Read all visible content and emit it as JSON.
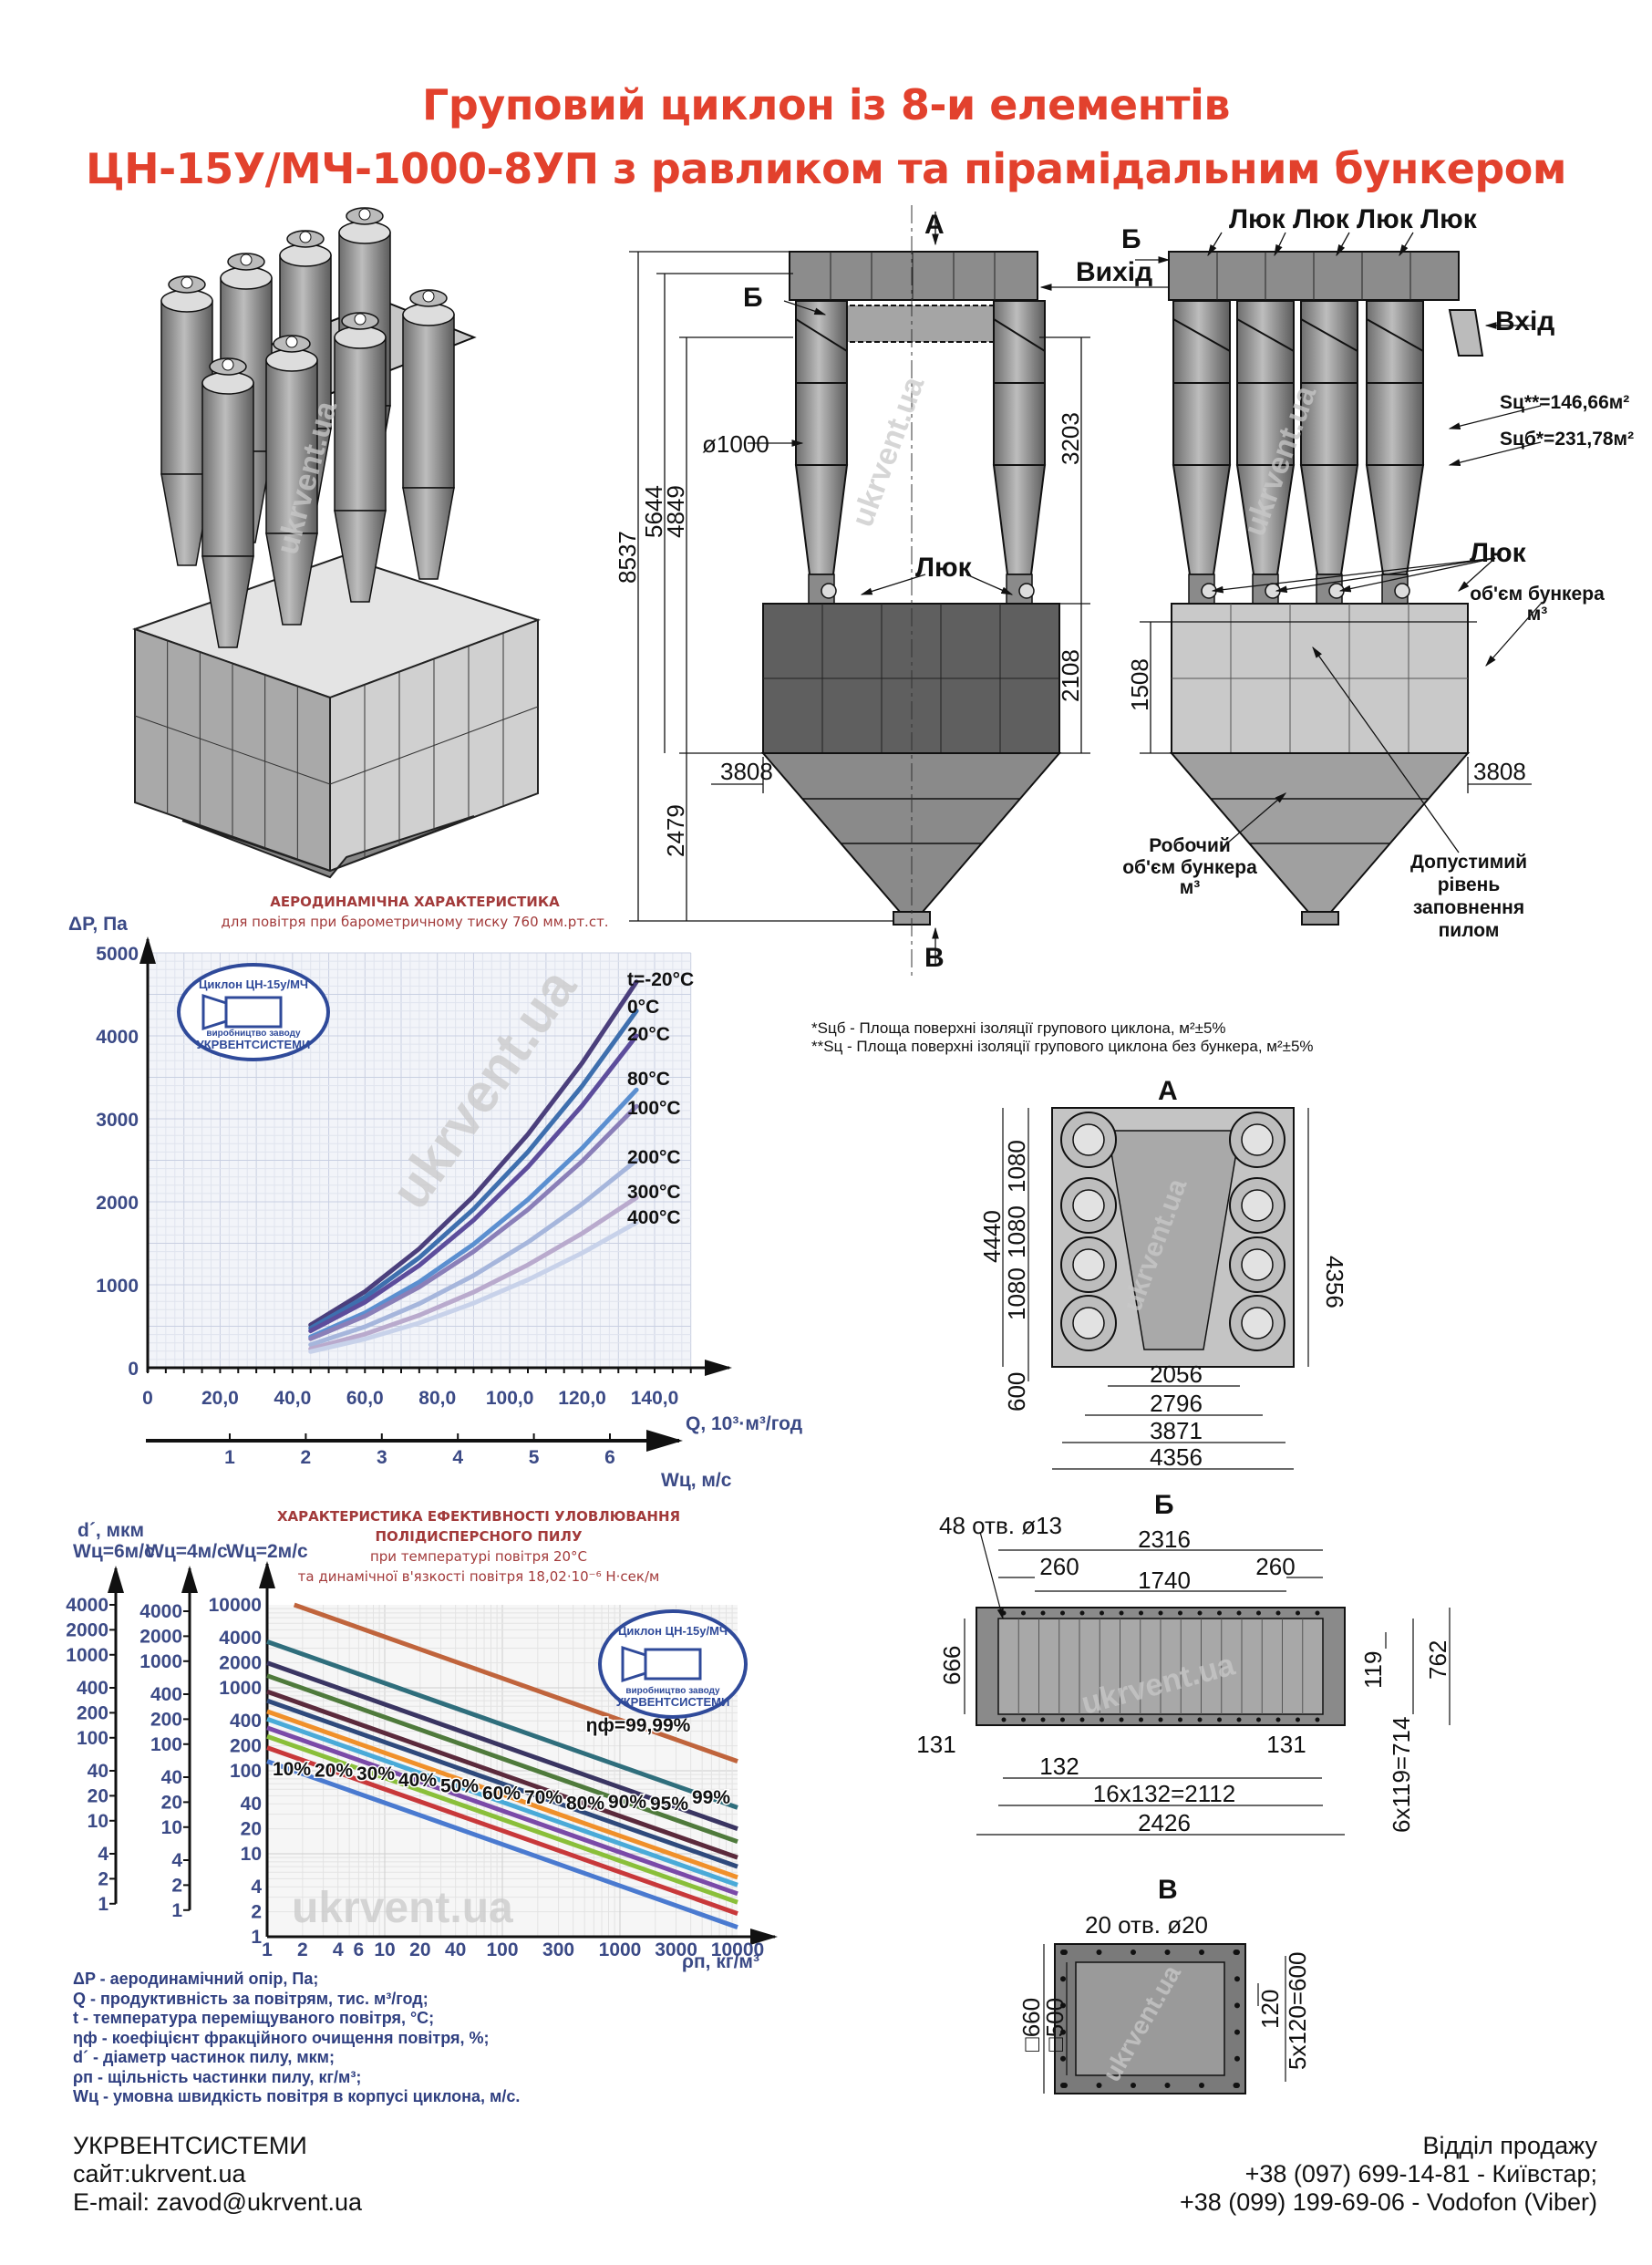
{
  "title": {
    "line1": "Груповий циклон із 8-и елементів",
    "line2": "ЦН-15У/МЧ-1000-8УП з равликом та пірамідальним бункером"
  },
  "watermark": "ukrvent.ua",
  "logo": {
    "top": "Циклон ЦН-15у/МЧ",
    "middle": "виробництво заводу",
    "bottom": "УКРВЕНТСИСТЕМИ"
  },
  "front_view": {
    "section_a": "А",
    "section_b_top": "Б",
    "section_v": "В",
    "outlet": "Вихід",
    "hatch": "Люк",
    "diameter": "ø1000",
    "dims": {
      "total": "8537",
      "h1": "5644",
      "h2": "4849",
      "h_cone": "2479",
      "h_cyc": "3203",
      "h_bunker": "2108",
      "width": "3808"
    }
  },
  "side_view": {
    "section_b": "Б",
    "outlet": "Вихід",
    "inlet": "Вхід",
    "hatches_top": "Люк Люк Люк Люк",
    "hatch": "Люк",
    "area1": "Sц**=146,66м²",
    "area2": "Sцб*=231,78м²",
    "bunker_volume": [
      "об'єм бункера",
      "м³"
    ],
    "working_volume": [
      "Робочий",
      "об'єм бункера",
      "м³"
    ],
    "dust_level": [
      "Допустимий",
      "рівень",
      "заповнення",
      "пилом"
    ],
    "dims": {
      "level": "1508",
      "width": "3808"
    }
  },
  "notes": [
    "*Sцб - Площа поверхні ізоляції групового циклона, м²±5%",
    "**Sц - Площа поверхні ізоляції групового циклона без бункера, м²±5%"
  ],
  "view_a": {
    "label": "А",
    "dims": {
      "h_total": "4440",
      "p1": "1080",
      "p2": "1080",
      "p3": "1080",
      "bottom": "600",
      "h_right": "4356",
      "w1": "2056",
      "w2": "2796",
      "w3": "3871",
      "w4": "4356"
    }
  },
  "view_b": {
    "label": "Б",
    "holes": "48 отв. ø13",
    "dims": {
      "w_total": "2316",
      "side_l": "260",
      "mid": "1740",
      "side_r": "260",
      "h_in": "666",
      "pitch_v": "119",
      "h_out": "762",
      "edge_l": "131",
      "edge_r": "131",
      "pitch": "132",
      "pitch_total": "16x132=2112",
      "w_out": "2426",
      "v_total": "6x119=714"
    }
  },
  "view_v": {
    "label": "В",
    "holes": "20 отв. ø20",
    "dims": {
      "outer": "□660",
      "inner": "□500",
      "pitch": "120",
      "pitch_total": "5x120=600"
    }
  },
  "chart_data": [
    {
      "type": "line",
      "title": "АЕРОДИНАМІЧНА ХАРАКТЕРИСТИКА",
      "subtitle": "для повітря при барометричному тиску 760 мм.рт.ст.",
      "ylabel": "ΔP, Па",
      "xlabel": "Q, 10³·м³/год",
      "x2label": "Wц, м/с",
      "ylim": [
        0,
        5000
      ],
      "xlim": [
        0,
        150
      ],
      "yticks": [
        "0",
        "1000",
        "2000",
        "3000",
        "4000",
        "5000"
      ],
      "yticks_values": [
        0,
        1000,
        2000,
        3000,
        4000,
        5000
      ],
      "xticks": [
        "0",
        "20,0",
        "40,0",
        "60,0",
        "80,0",
        "100,0",
        "120,0",
        "140,0"
      ],
      "xticks_values": [
        0,
        20,
        40,
        60,
        80,
        100,
        120,
        140
      ],
      "x2ticks": [
        "1",
        "2",
        "3",
        "4",
        "5",
        "6"
      ],
      "grid": true,
      "x": [
        45,
        60,
        75,
        90,
        105,
        120,
        135
      ],
      "series": [
        {
          "name": "t=-20°C",
          "color": "#4b3f7c",
          "values": [
            517,
            918,
            1435,
            2067,
            2813,
            3674,
            4650
          ]
        },
        {
          "name": "0°C",
          "color": "#3e6fae",
          "values": [
            478,
            849,
            1327,
            1911,
            2601,
            3397,
            4300
          ]
        },
        {
          "name": "20°C",
          "color": "#5d4d9c",
          "values": [
            444,
            790,
            1234,
            1778,
            2420,
            3160,
            4000
          ]
        },
        {
          "name": "80°C",
          "color": "#5b8fd0",
          "values": [
            372,
            662,
            1034,
            1489,
            2026,
            2647,
            3350
          ]
        },
        {
          "name": "100°C",
          "color": "#8a7fb8",
          "values": [
            350,
            622,
            972,
            1400,
            1905,
            2489,
            3150
          ]
        },
        {
          "name": "200°C",
          "color": "#a6b6dc",
          "values": [
            278,
            494,
            772,
            1111,
            1512,
            1975,
            2500
          ]
        },
        {
          "name": "300°C",
          "color": "#b9aacd",
          "values": [
            228,
            405,
            633,
            911,
            1240,
            1620,
            2050
          ]
        },
        {
          "name": "400°C",
          "color": "#c8d2ea",
          "values": [
            194,
            346,
            540,
            778,
            1059,
            1383,
            1750
          ]
        }
      ]
    },
    {
      "type": "line",
      "scale": "log-log",
      "title": "ХАРАКТЕРИСТИКА ЕФЕКТИВНОСТІ УЛОВЛЮВАННЯ",
      "title2": "ПОЛІДИСПЕРСНОГО ПИЛУ",
      "subtitle": "при температурі повітря 20°C",
      "subtitle2": "та динамічної в'язкості повітря  18,02·10⁻⁶ Н·сек/м",
      "ylabel": "d´, мкм",
      "axis_labels": [
        "Wц=6м/с",
        "Wц=4м/с",
        "Wц=2м/с"
      ],
      "xlabel": "ρп, кг/м³",
      "xlim": [
        1,
        10000
      ],
      "ylim": [
        1,
        10000
      ],
      "xticks": [
        "1",
        "2",
        "4",
        "6",
        "10",
        "20",
        "40",
        "100",
        "300",
        "1000",
        "3000",
        "10000"
      ],
      "xticks_values": [
        1,
        2,
        4,
        6,
        10,
        20,
        40,
        100,
        300,
        1000,
        3000,
        10000
      ],
      "yticks": [
        "1",
        "2",
        "4",
        "10",
        "20",
        "40",
        "100",
        "200",
        "400",
        "1000",
        "2000",
        "4000",
        "10000"
      ],
      "yticks_values": [
        1,
        2,
        4,
        10,
        20,
        40,
        100,
        200,
        400,
        1000,
        2000,
        4000,
        10000
      ],
      "side_axis_ticks": [
        "1",
        "2",
        "4",
        "10",
        "20",
        "40",
        "100",
        "200",
        "400",
        "1000",
        "2000",
        "4000"
      ],
      "side_axis_values": [
        1,
        2,
        4,
        10,
        20,
        40,
        100,
        200,
        400,
        1000,
        2000,
        4000
      ],
      "grid": true,
      "series": [
        {
          "name": "ηф=99,99%",
          "color": "#c0643c",
          "x": [
            1.7,
            10000
          ],
          "values": [
            10000,
            130
          ]
        },
        {
          "name": "99%",
          "color": "#2f6e7c",
          "x": [
            1,
            10000
          ],
          "values": [
            3600,
            36
          ]
        },
        {
          "name": "95%",
          "color": "#3a3562",
          "x": [
            1,
            10000
          ],
          "values": [
            2000,
            20
          ]
        },
        {
          "name": "90%",
          "color": "#4f7a3c",
          "x": [
            1,
            10000
          ],
          "values": [
            1400,
            14
          ]
        },
        {
          "name": "80%",
          "color": "#5b2a3c",
          "x": [
            1,
            10000
          ],
          "values": [
            900,
            9
          ]
        },
        {
          "name": "70%",
          "color": "#2f4a7c",
          "x": [
            1,
            10000
          ],
          "values": [
            700,
            7
          ]
        },
        {
          "name": "60%",
          "color": "#f0902a",
          "x": [
            1,
            10000
          ],
          "values": [
            520,
            5.2
          ]
        },
        {
          "name": "50%",
          "color": "#4aaad8",
          "x": [
            1,
            10000
          ],
          "values": [
            420,
            4.2
          ]
        },
        {
          "name": "40%",
          "color": "#7a4aa8",
          "x": [
            1,
            10000
          ],
          "values": [
            330,
            3.3
          ]
        },
        {
          "name": "30%",
          "color": "#8abf3a",
          "x": [
            1,
            10000
          ],
          "values": [
            260,
            2.6
          ]
        },
        {
          "name": "20%",
          "color": "#c8383a",
          "x": [
            1,
            10000
          ],
          "values": [
            190,
            1.9
          ]
        },
        {
          "name": "10%",
          "color": "#4a7ad0",
          "x": [
            1,
            10000
          ],
          "values": [
            130,
            1.3
          ]
        }
      ]
    }
  ],
  "legend": [
    "ΔP - аеродинамічний опір, Па;",
    "Q - продуктивність за повітрям, тис. м³/год;",
    "t - температура переміщуваного повітря, °C;",
    "ηф - коефіцієнт фракційного очищення повітря, %;",
    "d´ - діаметр частинок пилу, мкм;",
    "ρп - щільність частинки пилу, кг/м³;",
    "Wц - умовна швидкість повітря в корпусі циклона, м/с."
  ],
  "footer": {
    "company": "УКРВЕНТСИСТЕМИ",
    "site": "сайт:ukrvent.ua",
    "email": "E-mail: zavod@ukrvent.ua",
    "sales": "Відділ продажу",
    "phone1": "+38 (097) 699-14-81 - Київстар;",
    "phone2": "+38 (099) 199-69-06 - Vodofon (Viber)"
  }
}
